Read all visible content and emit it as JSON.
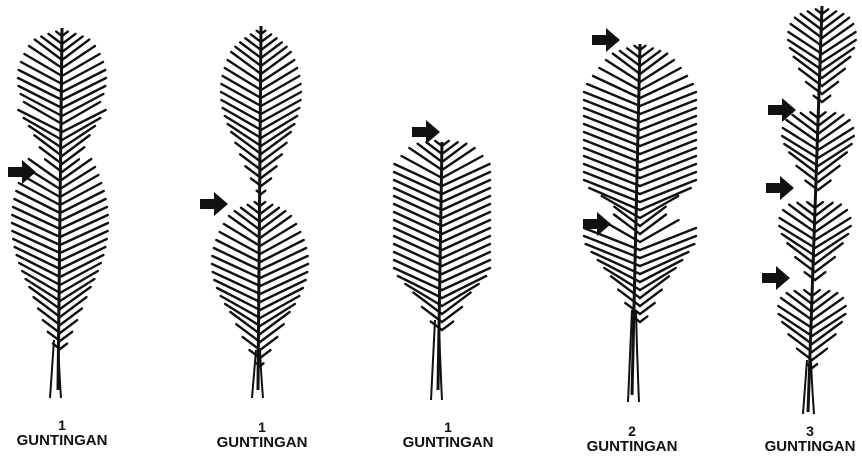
{
  "figures": [
    {
      "count": "1",
      "label": "GUNTINGAN"
    },
    {
      "count": "1",
      "label": "GUNTINGAN"
    },
    {
      "count": "1",
      "label": "GUNTINGAN"
    },
    {
      "count": "2",
      "label": "GUNTINGAN"
    },
    {
      "count": "3",
      "label": "GUNTINGAN"
    }
  ],
  "colors": {
    "ink": "#111111",
    "background": "#ffffff"
  },
  "icons": [
    "arrow-right-icon",
    "palm-leaf-icon"
  ]
}
